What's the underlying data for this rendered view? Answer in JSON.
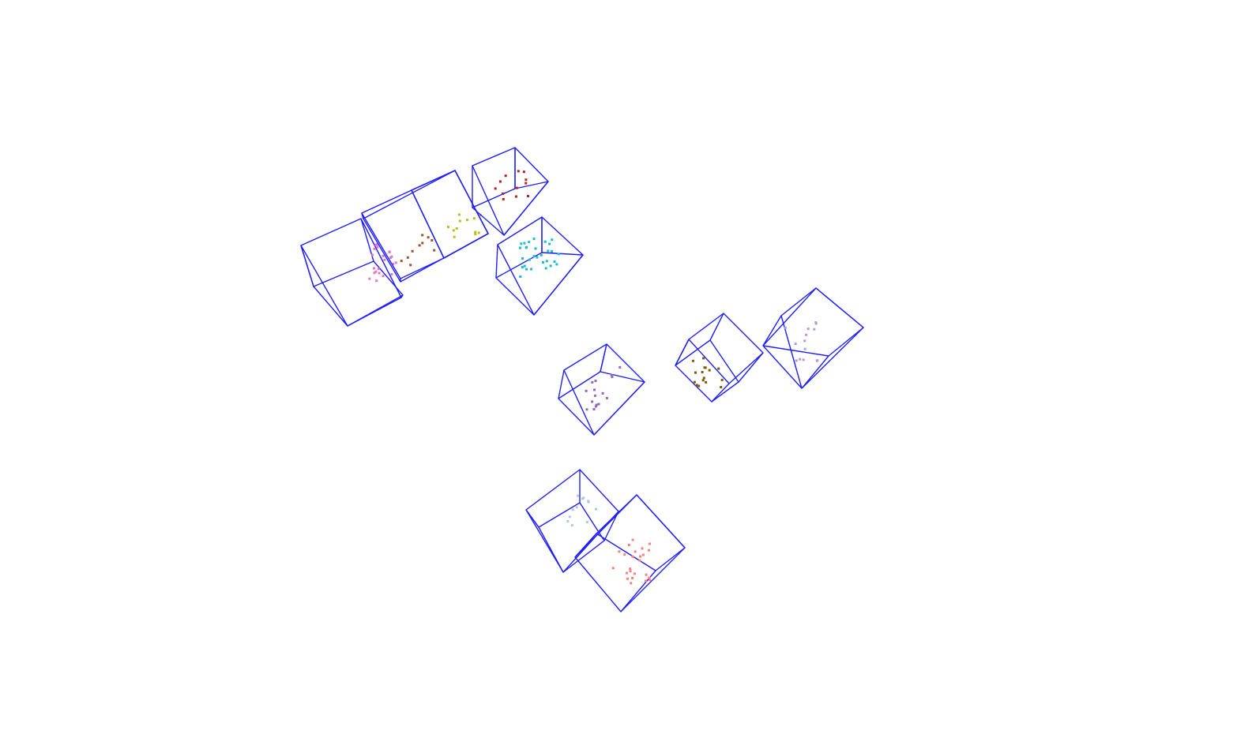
{
  "scene": {
    "background": "#ffffff",
    "box_color": "#1f1fff",
    "boxes": [
      {
        "name": "box-pink",
        "point_color": "#e377c2"
      },
      {
        "name": "box-brown-mid",
        "point_color": "#a0522d"
      },
      {
        "name": "box-olive",
        "point_color": "#bcbd22"
      },
      {
        "name": "box-red",
        "point_color": "#b22222"
      },
      {
        "name": "box-cyan",
        "point_color": "#17becf"
      },
      {
        "name": "box-purple",
        "point_color": "#9467bd"
      },
      {
        "name": "box-brown",
        "point_color": "#7a5a10"
      },
      {
        "name": "box-lavender",
        "point_color": "#b19cd9"
      },
      {
        "name": "box-lightblue",
        "point_color": "#aec7e8"
      },
      {
        "name": "box-salmon",
        "point_color": "#ff7f7f"
      }
    ]
  }
}
